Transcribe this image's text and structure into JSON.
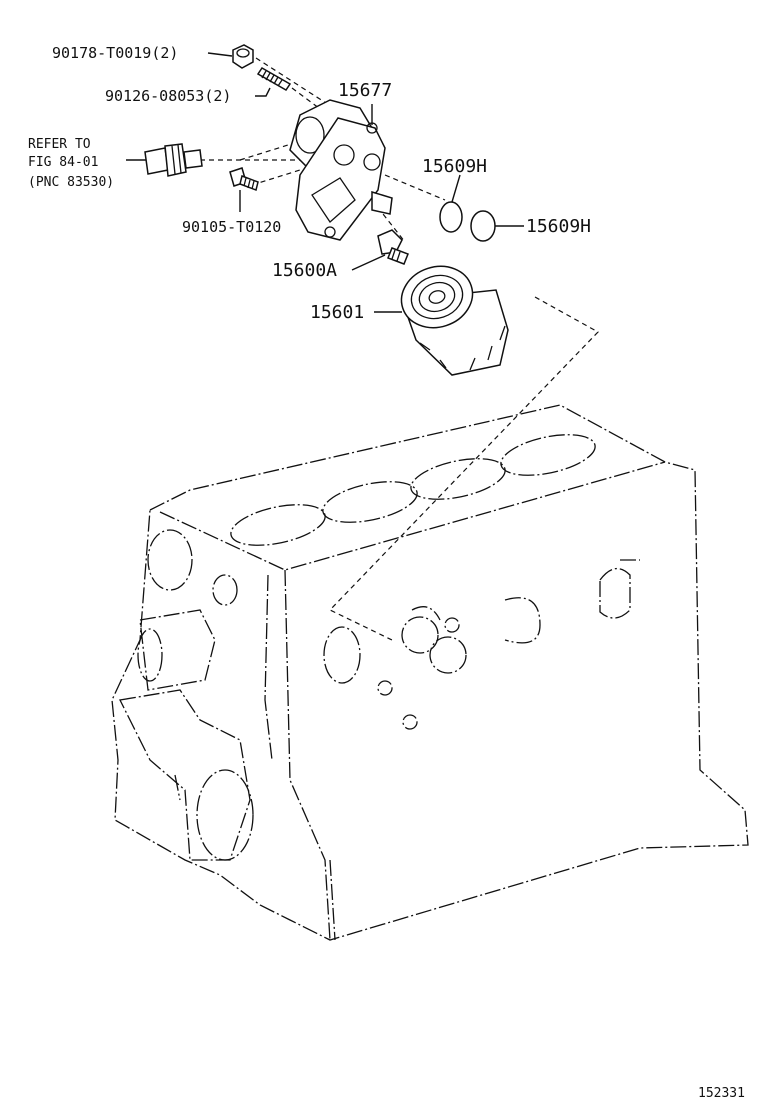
{
  "labels": {
    "nut": "90178-T0019(2)",
    "stud": "90126-08053(2)",
    "refer_line1": "REFER TO",
    "refer_line2": "FIG 84-01",
    "refer_line3": "(PNC 83530)",
    "bolt": "90105-T0120",
    "bracket": "15677",
    "oring_upper": "15609H",
    "oring_lower": "15609H",
    "union": "15600A",
    "filter": "15601"
  },
  "figure_id": "152331"
}
